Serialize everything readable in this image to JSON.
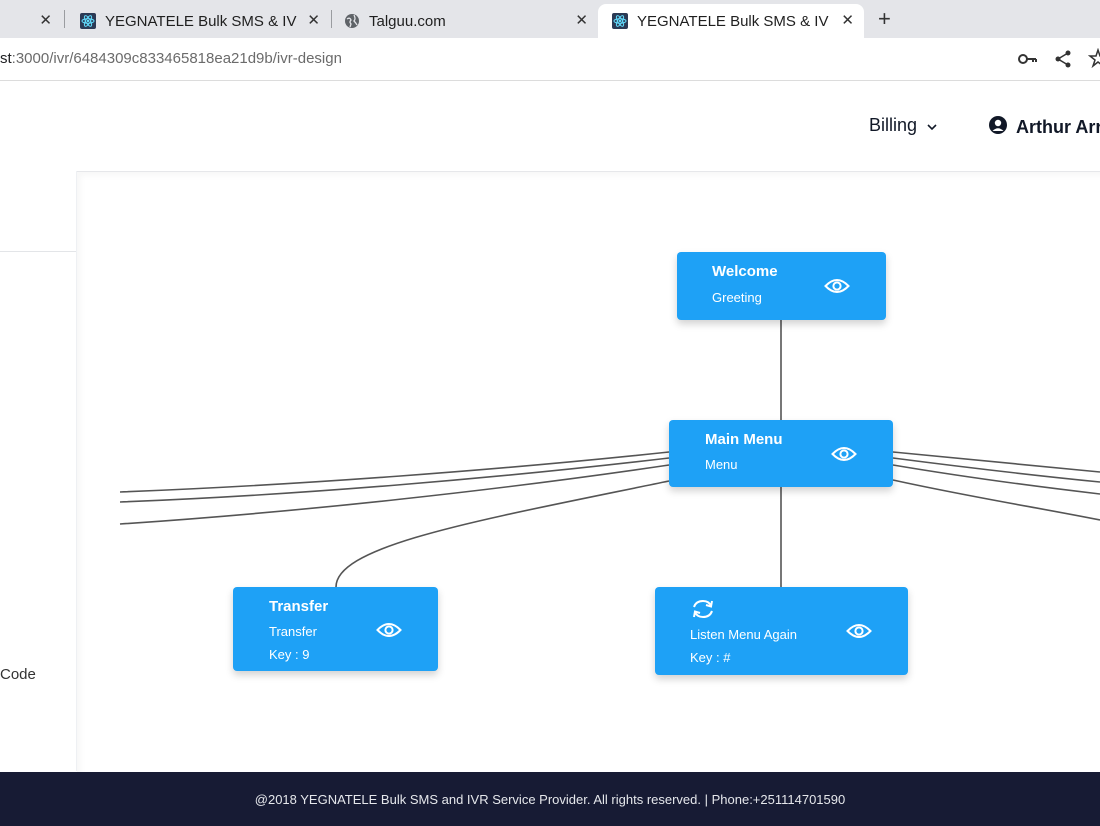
{
  "browser": {
    "tabs": [
      {
        "title": "",
        "active": false
      },
      {
        "title": "YEGNATELE Bulk SMS & IV",
        "active": false
      },
      {
        "title": "Talguu.com",
        "active": false
      },
      {
        "title": "YEGNATELE Bulk SMS & IV",
        "active": true
      }
    ],
    "url_host": "st",
    "url_rest": ":3000/ivr/6484309c833465818ea21d9b/ivr-design"
  },
  "header": {
    "billing_label": "Billing",
    "user_name": "Arthur Arr"
  },
  "sidebar": {
    "partial_item": "Code"
  },
  "ivr_nodes": {
    "welcome": {
      "title": "Welcome",
      "subtitle": "Greeting"
    },
    "main_menu": {
      "title": "Main Menu",
      "subtitle": "Menu"
    },
    "transfer": {
      "title": "Transfer",
      "subtitle": "Transfer",
      "key": "Key : 9"
    },
    "listen_again": {
      "title": "",
      "subtitle": "Listen Menu Again",
      "key": "Key : #"
    }
  },
  "footer": {
    "text": "@2018 YEGNATELE Bulk SMS and IVR Service Provider. All rights reserved. | Phone:+251114701590"
  },
  "colors": {
    "node_bg": "#1ea1f6",
    "footer_bg": "#171b34",
    "tabstrip_bg": "#e4e5e9"
  }
}
